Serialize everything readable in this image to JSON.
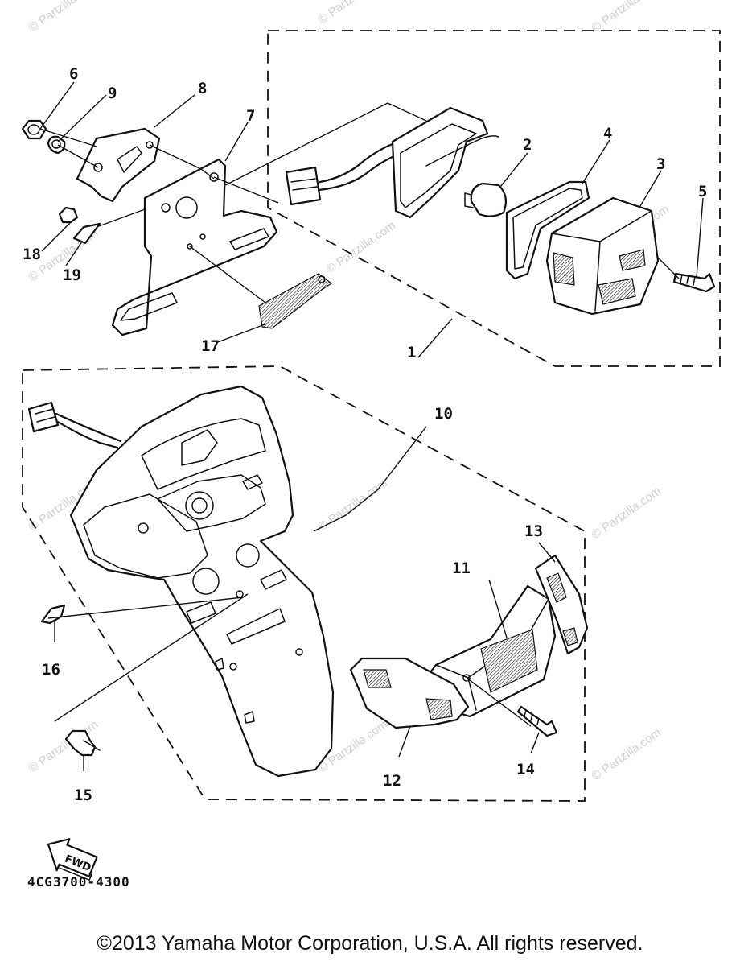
{
  "callouts": [
    {
      "id": "1",
      "label": "1"
    },
    {
      "id": "2",
      "label": "2"
    },
    {
      "id": "3",
      "label": "3"
    },
    {
      "id": "4",
      "label": "4"
    },
    {
      "id": "5",
      "label": "5"
    },
    {
      "id": "6",
      "label": "6"
    },
    {
      "id": "7",
      "label": "7"
    },
    {
      "id": "8",
      "label": "8"
    },
    {
      "id": "9",
      "label": "9"
    },
    {
      "id": "10",
      "label": "10"
    },
    {
      "id": "11",
      "label": "11"
    },
    {
      "id": "12",
      "label": "12"
    },
    {
      "id": "13",
      "label": "13"
    },
    {
      "id": "14",
      "label": "14"
    },
    {
      "id": "15",
      "label": "15"
    },
    {
      "id": "16",
      "label": "16"
    },
    {
      "id": "17",
      "label": "17"
    },
    {
      "id": "18",
      "label": "18"
    },
    {
      "id": "19",
      "label": "19"
    }
  ],
  "fwd_label": "FWD",
  "watermark": "© Partzilla.com",
  "diagram_code": "4CG3700-4300",
  "copyright": "©2013 Yamaha Motor Corporation, U.S.A. All rights reserved."
}
